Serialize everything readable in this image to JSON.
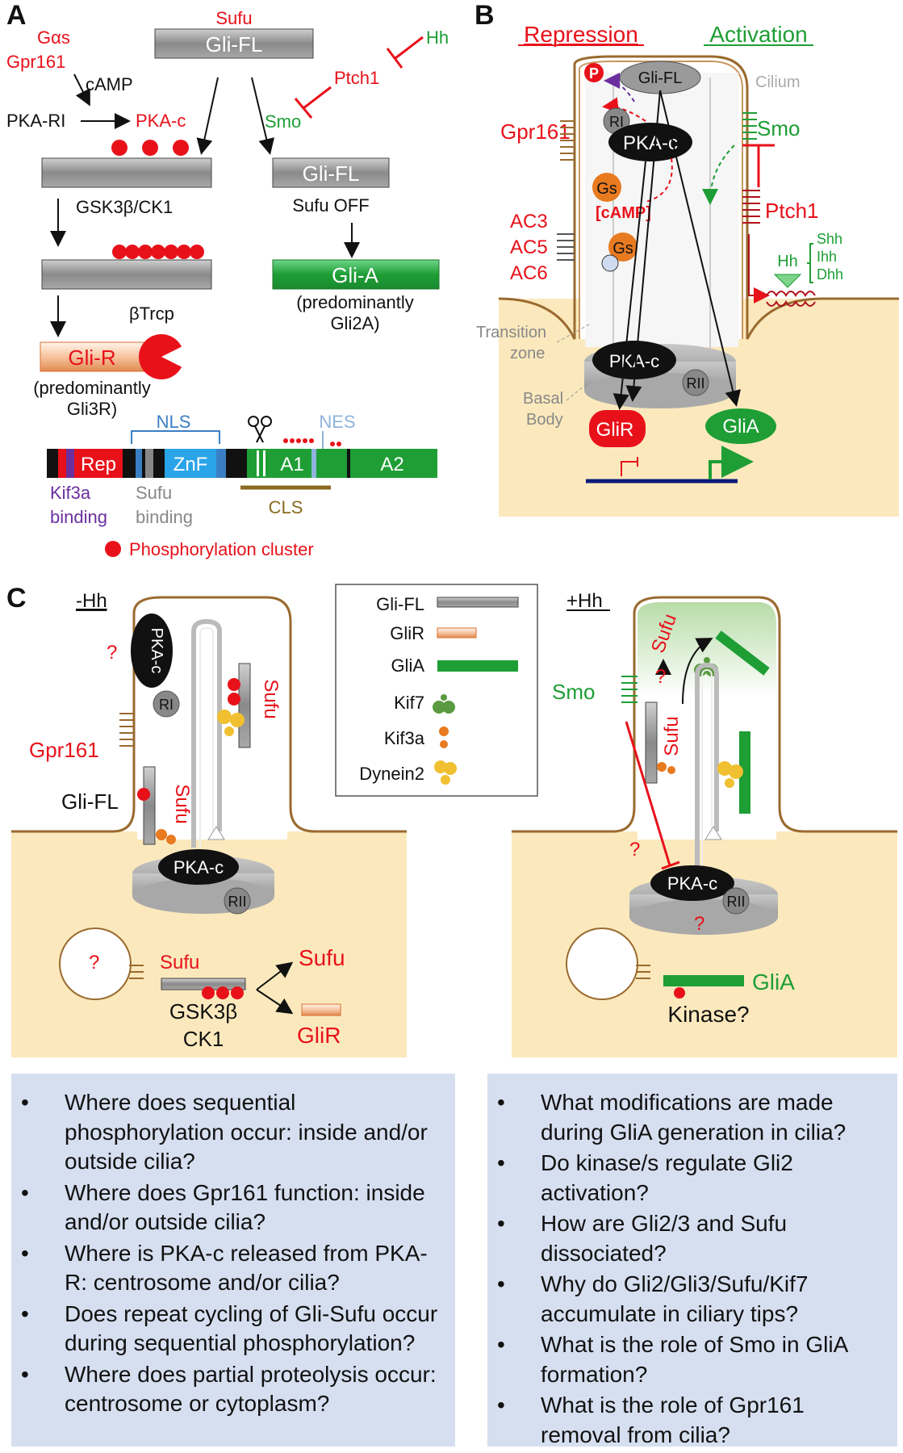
{
  "colors": {
    "red": "#e8111a",
    "green": "#1e9e35",
    "brown": "#9a6a2e",
    "gray": "#8f8f8f",
    "dark_red": "#b0101a",
    "blue": "#3a7fc4",
    "cream": "#fbe9bd",
    "question_bg": "#d6dff0",
    "purple": "#6b2fa0",
    "dark_blue": "#0a1a7a"
  },
  "panel_a": {
    "label": "A",
    "sufu_top": "Sufu",
    "gli_fl_top": "Gli-FL",
    "gas": "Gαs",
    "gpr161": "Gpr161",
    "camp": "cAMP",
    "pka_ri": "PKA-RI",
    "pka_c": "PKA-c",
    "gsk_ck1": "GSK3β/CK1",
    "btrcp": "βTrcp",
    "gli_r": "Gli-R",
    "gli_r_note1": "(predominantly",
    "gli_r_note2": "Gli3R)",
    "hh": "Hh",
    "ptch1": "Ptch1",
    "smo": "Smo",
    "gli_fl_right": "Gli-FL",
    "sufu_off": "Sufu OFF",
    "gli_a": "Gli-A",
    "gli_a_note1": "(predominantly",
    "gli_a_note2": "Gli2A)",
    "domains": {
      "nls": "NLS",
      "nes": "NES",
      "rep": "Rep",
      "znf": "ZnF",
      "a1": "A1",
      "a2": "A2",
      "cls": "CLS"
    },
    "kif3a1": "Kif3a",
    "kif3a2": "binding",
    "sufu_b1": "Sufu",
    "sufu_b2": "binding",
    "phospho_legend": "Phosphorylation cluster"
  },
  "panel_b": {
    "label": "B",
    "repression": "Repression",
    "activation": "Activation",
    "p": "P",
    "gli_fl": "Gli-FL",
    "cilium": "Cilium",
    "gpr161": "Gpr161",
    "ri": "RI",
    "pka_c": "PKA-c",
    "gs": "Gs",
    "camp": "[cAMP]",
    "ac3": "AC3",
    "ac5": "AC5",
    "ac6": "AC6",
    "smo": "Smo",
    "ptch1": "Ptch1",
    "hh": "Hh",
    "shh": "Shh",
    "ihh": "Ihh",
    "dhh": "Dhh",
    "transition1": "Transition",
    "transition2": "zone",
    "basal1": "Basal",
    "basal2": "Body",
    "rii": "RII",
    "glir": "GliR",
    "glia": "GliA"
  },
  "panel_c": {
    "label": "C",
    "minus_hh": "-Hh",
    "plus_hh": "+Hh",
    "pka_c": "PKA-c",
    "q": "?",
    "ri": "RI",
    "rii": "RII",
    "gpr161": "Gpr161",
    "gli_fl": "Gli-FL",
    "sufu": "Sufu",
    "gsk3b": "GSK3β",
    "ck1": "CK1",
    "glir": "GliR",
    "smo": "Smo",
    "glia": "GliA",
    "kinase": "Kinase?",
    "legend": {
      "gli_fl": "Gli-FL",
      "glir": "GliR",
      "glia": "GliA",
      "kif7": "Kif7",
      "kif3a": "Kif3a",
      "dynein2": "Dynein2"
    }
  },
  "questions_left": [
    "Where does sequential phosphorylation occur: inside and/or outside cilia?",
    "Where does Gpr161 function: inside and/or outside cilia?",
    "Where is PKA-c released from PKA-R: centrosome and/or cilia?",
    "Does repeat cycling of Gli-Sufu occur during sequential phosphorylation?",
    "Where does partial proteolysis occur: centrosome or cytoplasm?"
  ],
  "questions_right": [
    "What modifications are made during GliA generation in cilia?",
    "Do kinase/s regulate Gli2 activation?",
    "How are Gli2/3 and Sufu dissociated?",
    "Why do Gli2/Gli3/Sufu/Kif7 accumulate in ciliary tips?",
    "What is the role of Smo in GliA formation?",
    "What is the role of Gpr161 removal from cilia?"
  ]
}
